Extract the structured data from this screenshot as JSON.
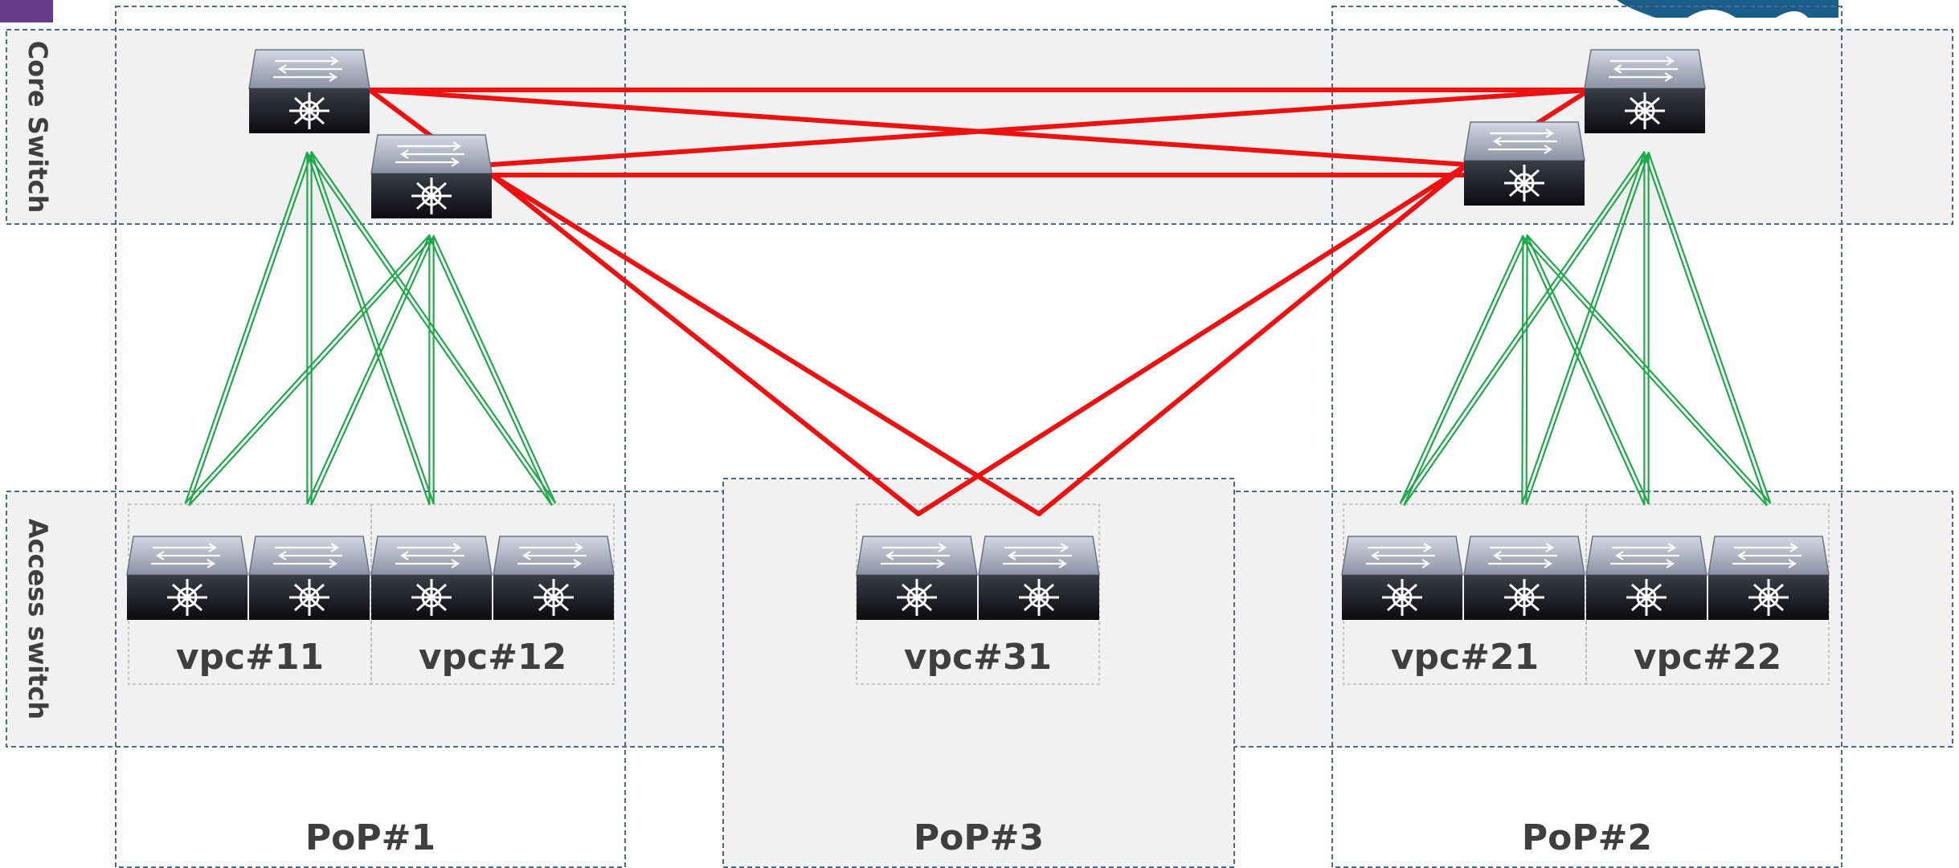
{
  "rows": {
    "core": "Core Switch",
    "access": "Access switch"
  },
  "pops": [
    {
      "id": "pop1",
      "label": "PoP#1"
    },
    {
      "id": "pop3",
      "label": "PoP#3"
    },
    {
      "id": "pop2",
      "label": "PoP#2"
    }
  ],
  "vpcs": [
    {
      "id": "vpc11",
      "label": "vpc#11"
    },
    {
      "id": "vpc12",
      "label": "vpc#12"
    },
    {
      "id": "vpc31",
      "label": "vpc#31"
    },
    {
      "id": "vpc21",
      "label": "vpc#21"
    },
    {
      "id": "vpc22",
      "label": "vpc#22"
    }
  ],
  "colors": {
    "core_link": "#ee1111",
    "access_link": "#1fa84a",
    "band_fill": "#f1f1f1",
    "dashed_border": "#4a6a8c",
    "vpc_border": "#b8b8b8",
    "label_text": "#3f3f3f",
    "corner_purple": "#6a3a8a",
    "corner_blue": "#1b5e8a"
  }
}
